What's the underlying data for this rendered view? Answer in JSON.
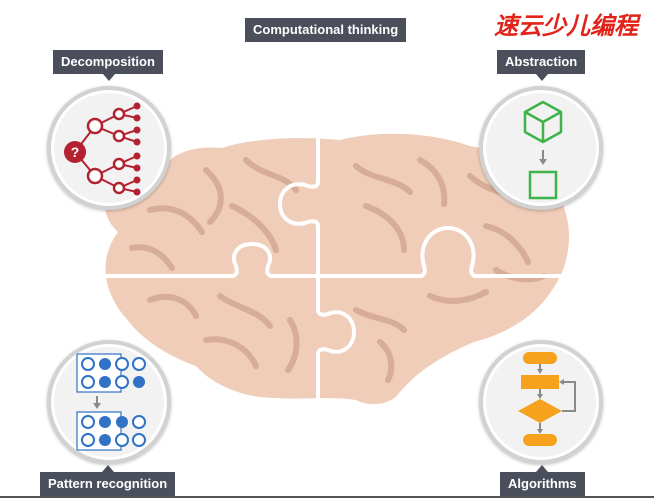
{
  "title": "Computational thinking",
  "concepts": {
    "decomposition": {
      "label": "Decomposition"
    },
    "abstraction": {
      "label": "Abstraction"
    },
    "pattern_recognition": {
      "label": "Pattern recognition"
    },
    "algorithms": {
      "label": "Algorithms"
    }
  },
  "watermark": {
    "text": "速云少儿编程"
  },
  "colors": {
    "label_bg": "#4b4f5c",
    "brain": "#efcdb8",
    "brain_fold": "#d7ad97",
    "decomposition_red": "#b3222f",
    "abstraction_green": "#3eb34a",
    "pattern_blue": "#2f72c6",
    "algorithm_orange": "#f6a21e",
    "watermark_red": "#e2231a"
  },
  "icons": {
    "decomposition": "question-tree-icon",
    "abstraction": "cube-to-square-icon",
    "pattern_recognition": "dot-grid-pattern-icon",
    "algorithms": "flowchart-icon"
  }
}
